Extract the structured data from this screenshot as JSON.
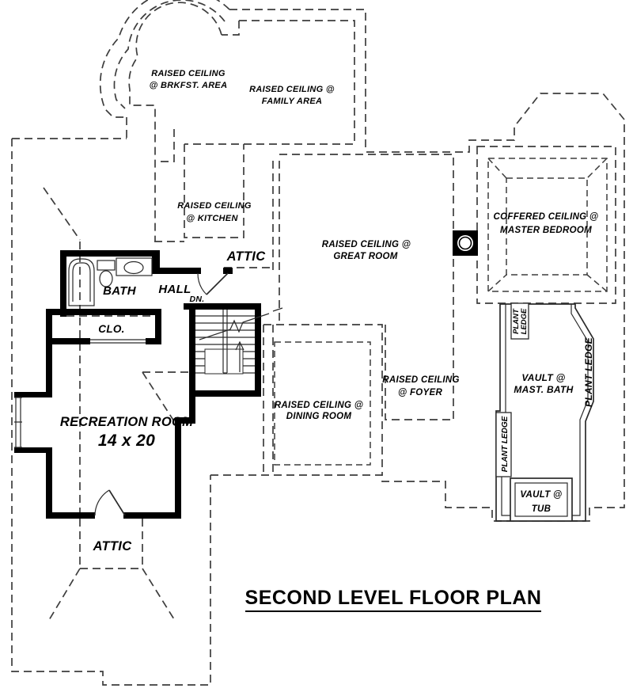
{
  "title": {
    "text": "SECOND LEVEL FLOOR PLAN"
  },
  "rooms": {
    "breakfast": {
      "line1": "RAISED CEILING",
      "line2": "@ BRKFST. AREA"
    },
    "family": {
      "line1": "RAISED CEILING @",
      "line2": "FAMILY AREA"
    },
    "kitchen": {
      "line1": "RAISED CEILING",
      "line2": "@ KITCHEN"
    },
    "attic_upper": {
      "label": "ATTIC"
    },
    "great_room": {
      "line1": "RAISED CEILING @",
      "line2": "GREAT ROOM"
    },
    "master_bedroom": {
      "line1": "COFFERED CEILING @",
      "line2": "MASTER BEDROOM"
    },
    "bath": {
      "label": "BATH"
    },
    "hall": {
      "label": "HALL"
    },
    "closet": {
      "label": "CLO."
    },
    "stairs": {
      "label": "DN."
    },
    "recreation": {
      "line1": "RECREATION ROOM",
      "line2": "14 x 20"
    },
    "dining": {
      "line1": "RAISED CEILING @",
      "line2": "DINING ROOM"
    },
    "foyer": {
      "line1": "RAISED CEILING",
      "line2": "@ FOYER"
    },
    "master_bath": {
      "line1": "VAULT @",
      "line2": "MAST. BATH"
    },
    "plant_ledge": {
      "line1": "PLANT",
      "line2": "LEDGE",
      "full": "PLANT LEDGE"
    },
    "vault_tub": {
      "line1": "VAULT @",
      "line2": "TUB"
    },
    "attic_lower": {
      "label": "ATTIC"
    }
  },
  "colors": {
    "background": "#ffffff",
    "line": "#3d3d3d",
    "wall": "#000000",
    "text": "#000000"
  }
}
